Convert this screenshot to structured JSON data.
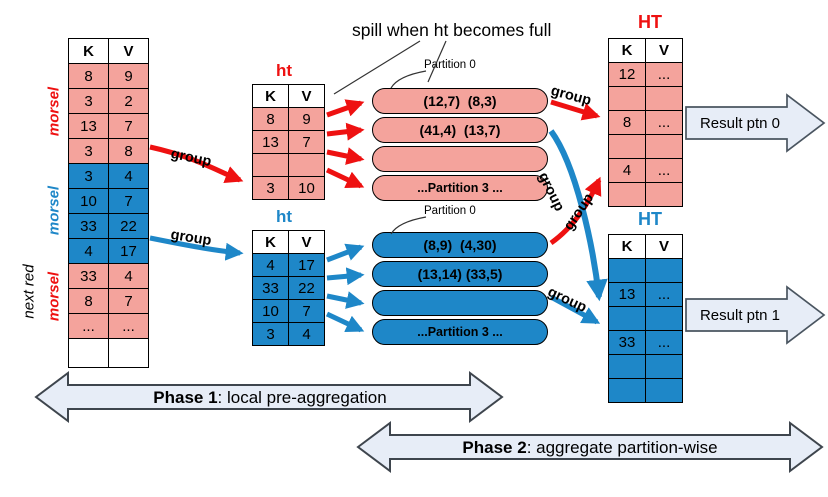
{
  "colors": {
    "pink": "#F4A39C",
    "blue": "#1E87C8",
    "red": "#EE1111",
    "shape_fill": "#E7EDF7",
    "shape_border": "#4A5560"
  },
  "input_table": {
    "headers": {
      "k": "K",
      "v": "V"
    },
    "rows": [
      {
        "k": "8",
        "v": "9"
      },
      {
        "k": "3",
        "v": "2"
      },
      {
        "k": "13",
        "v": "7"
      },
      {
        "k": "3",
        "v": "8"
      },
      {
        "k": "3",
        "v": "4"
      },
      {
        "k": "10",
        "v": "7"
      },
      {
        "k": "33",
        "v": "22"
      },
      {
        "k": "4",
        "v": "17"
      },
      {
        "k": "33",
        "v": "4"
      },
      {
        "k": "8",
        "v": "7"
      },
      {
        "k": "...",
        "v": "..."
      },
      {
        "k": "",
        "v": ""
      }
    ]
  },
  "morsel_labels": {
    "top": "morsel",
    "middle": "morsel",
    "bottom": "morsel",
    "next_red": "next red"
  },
  "ht_red": {
    "title": "ht",
    "headers": {
      "k": "K",
      "v": "V"
    },
    "rows": [
      {
        "k": "8",
        "v": "9"
      },
      {
        "k": "13",
        "v": "7"
      },
      {
        "k": "",
        "v": ""
      },
      {
        "k": "3",
        "v": "10"
      }
    ]
  },
  "ht_blue": {
    "title": "ht",
    "headers": {
      "k": "K",
      "v": "V"
    },
    "rows": [
      {
        "k": "4",
        "v": "17"
      },
      {
        "k": "33",
        "v": "22"
      },
      {
        "k": "10",
        "v": "7"
      },
      {
        "k": "3",
        "v": "4"
      }
    ]
  },
  "partitions_red": {
    "pointer_label": "Partition 0",
    "bars": [
      "(12,7)  (8,3)",
      "(41,4)  (13,7)",
      "",
      "...Partition 3 ..."
    ]
  },
  "partitions_blue": {
    "pointer_label": "Partition 0",
    "bars": [
      "(8,9)  (4,30)",
      "(13,14) (33,5)",
      "",
      "...Partition 3 ..."
    ]
  },
  "ht_big_red": {
    "title": "HT",
    "headers": {
      "k": "K",
      "v": "V"
    },
    "rows": [
      {
        "k": "12",
        "v": "..."
      },
      {
        "k": "",
        "v": ""
      },
      {
        "k": "8",
        "v": "..."
      },
      {
        "k": "",
        "v": ""
      },
      {
        "k": "4",
        "v": "..."
      },
      {
        "k": "",
        "v": ""
      }
    ]
  },
  "ht_big_blue": {
    "title": "HT",
    "headers": {
      "k": "K",
      "v": "V"
    },
    "rows": [
      {
        "k": "",
        "v": ""
      },
      {
        "k": "13",
        "v": "..."
      },
      {
        "k": "",
        "v": ""
      },
      {
        "k": "33",
        "v": "..."
      },
      {
        "k": "",
        "v": ""
      },
      {
        "k": "",
        "v": ""
      }
    ]
  },
  "annotations": {
    "spill": "spill when ht becomes full",
    "group": "group"
  },
  "results": [
    {
      "label": "Result ptn 0"
    },
    {
      "label": "Result ptn 1"
    }
  ],
  "phases": [
    {
      "name": "Phase 1",
      "desc": ": local pre-aggregation"
    },
    {
      "name": "Phase 2",
      "desc": ": aggregate partition-wise"
    }
  ]
}
